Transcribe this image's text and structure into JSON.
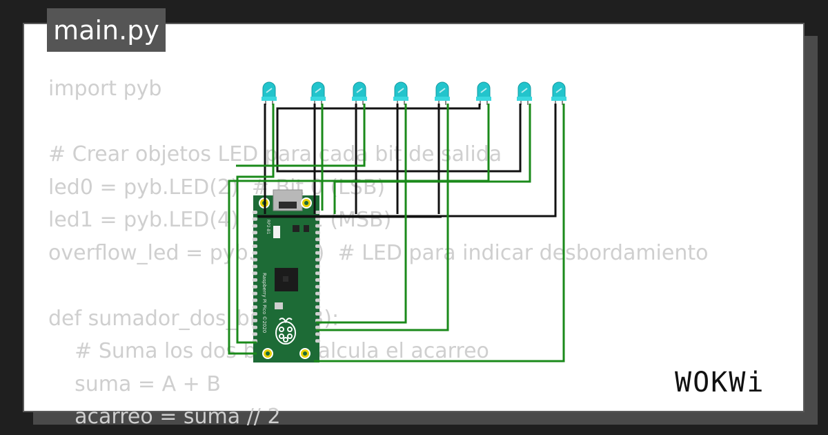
{
  "tab": {
    "filename": "main.py"
  },
  "code_lines": [
    "import pyb",
    "",
    "# Crear objetos LED para cada bit de salida",
    "led0 = pyb.LED(2)  # Bit 0 (LSB)",
    "led1 = pyb.LED(4)  # Bit 1 (MSB)",
    "overflow_led = pyb.LED(1)  # LED para indicar desbordamiento",
    "",
    "def sumador_dos_bits(A, B):",
    "    # Suma los dos bits y calcula el acarreo",
    "    suma = A + B",
    "    acarreo = suma // 2"
  ],
  "board": {
    "name": "Raspberry Pi Pico ©2020",
    "chip_label": "RP2-B1"
  },
  "leds": {
    "count": 8,
    "color": "#22c4cc"
  },
  "colors": {
    "wire_black": "#111111",
    "wire_green": "#1a8a1a",
    "board_green": "#1d6b36"
  },
  "logo": {
    "text": "WOKWi"
  }
}
